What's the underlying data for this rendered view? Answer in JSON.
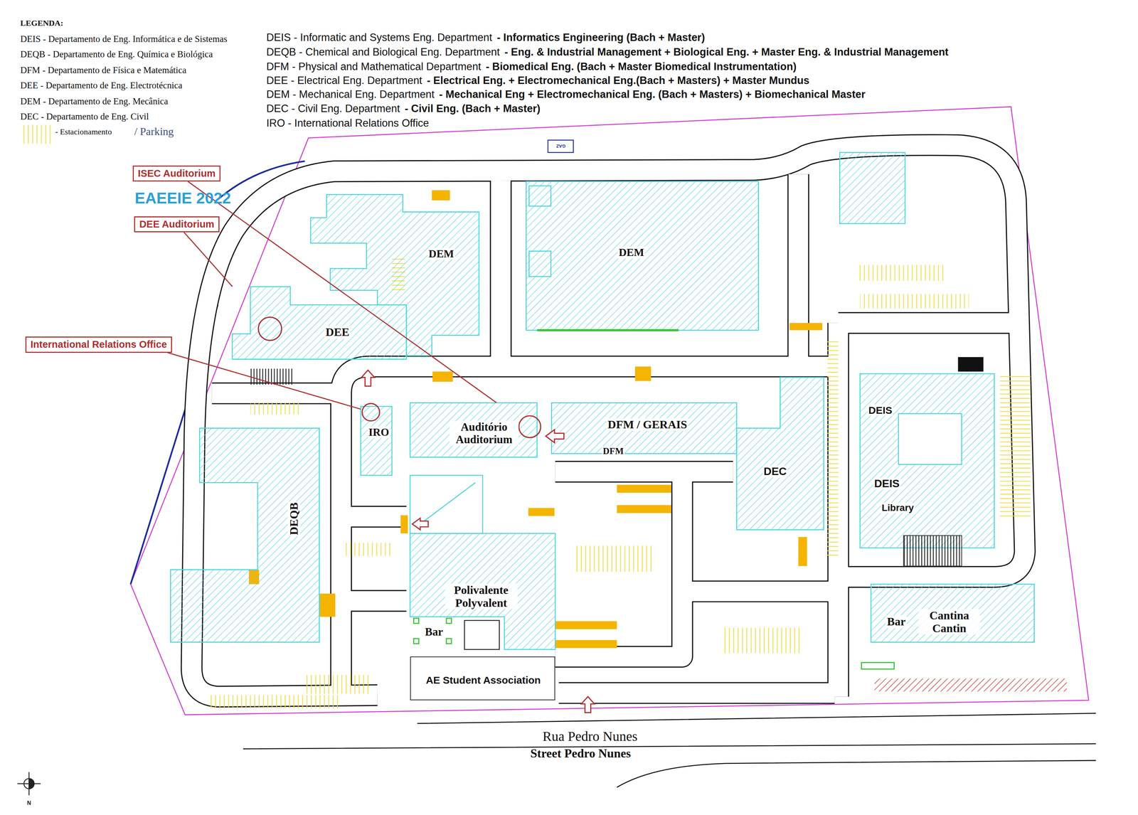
{
  "diagram": {
    "title": "EAEEIE 2022",
    "nodes": [
      {
        "text": [
          "ISEC Auditorium"
        ]
      },
      {
        "text": [
          "DEE Auditorium"
        ]
      },
      {
        "text": [
          "International Relations Office"
        ]
      },
      {
        "text": [
          "DEM"
        ]
      },
      {
        "text": [
          "DEM"
        ]
      },
      {
        "text": [
          "DEE"
        ]
      },
      {
        "text": [
          "IRO"
        ]
      },
      {
        "text": [
          "Auditório Auditorium"
        ]
      },
      {
        "text": [
          "DFM / GERAIS",
          "DFM"
        ]
      },
      {
        "text": [
          "DEC"
        ]
      },
      {
        "text": [
          "DEIS",
          "DEIS",
          "Library"
        ]
      },
      {
        "text": [
          "DEQB"
        ]
      },
      {
        "text": [
          "Polivalente Polyvalent"
        ]
      },
      {
        "text": [
          "Bar"
        ],
        "in": 12
      },
      {
        "text": [
          "Bar",
          "Cantina Cantin"
        ]
      },
      {
        "text": [
          "AE Student Association"
        ]
      }
    ],
    "edges": [
      {
        "from": 0,
        "to": 7,
        "arrow": "none"
      },
      {
        "from": 1,
        "to": 5,
        "arrow": "none"
      },
      {
        "from": 2,
        "to": 6,
        "arrow": "none"
      }
    ],
    "labels": [
      "LEGENDA:",
      "DEIS - Informatic and Systems Eng. Department",
      "- Informatics Engineering (Bach + Master)",
      "DEQB - Chemical and Biological Eng. Department",
      "- Eng. & Industrial Management + Biological Eng. + Master Eng. & Industrial Management",
      "DFM - Physical and Mathematical Department",
      "- Biomedical Eng. (Bach + Master Biomedical Instrumentation)",
      "DEE - Electrical Eng. Department",
      "- Electrical Eng. + Electromechanical Eng.(Bach + Masters) + Master Mundus",
      "DEM - Mechanical Eng. Department",
      "- Mechanical Eng + Electromechanical Eng. (Bach + Masters) + Biomechanical Master",
      "DEC - Civil Eng. Department",
      "- Civil Eng. (Bach + Master)",
      "IRO - International Relations Office",
      "/ Parking",
      "GAZ",
      "Rua Pedro Nunes",
      "Street Pedro Nunes",
      "N"
    ],
    "legend": [
      {
        "text": "DEIS - Departamento de Eng. Informática e de Sistemas"
      },
      {
        "text": "DEQB - Departamento de Eng. Química e Biológica"
      },
      {
        "text": "DFM - Departamento de Física e Matemática"
      },
      {
        "text": "DEE - Departamento de Eng. Electrotécnica"
      },
      {
        "text": "DEM - Departamento de Eng. Mecânica"
      },
      {
        "text": "DEC - Departamento de Eng. Civil"
      },
      {
        "text": "- Estacionamento"
      }
    ]
  }
}
